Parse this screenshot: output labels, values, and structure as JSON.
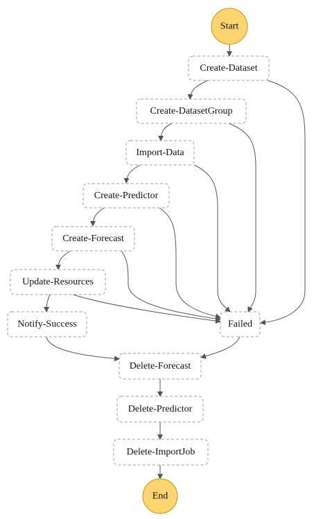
{
  "start": {
    "label": "Start"
  },
  "end": {
    "label": "End"
  },
  "states": {
    "create_dataset": "Create-Dataset",
    "create_dataset_group": "Create-DatasetGroup",
    "import_data": "Import-Data",
    "create_predictor": "Create-Predictor",
    "create_forecast": "Create-Forecast",
    "update_resources": "Update-Resources",
    "notify_success": "Notify-Success",
    "failed": "Failed",
    "delete_forecast": "Delete-Forecast",
    "delete_predictor": "Delete-Predictor",
    "delete_import_job": "Delete-ImportJob"
  },
  "colors": {
    "terminal_fill": "#fcd472",
    "terminal_stroke": "#c9a02e",
    "box_stroke": "#9e9e9e",
    "edge": "#555555"
  }
}
